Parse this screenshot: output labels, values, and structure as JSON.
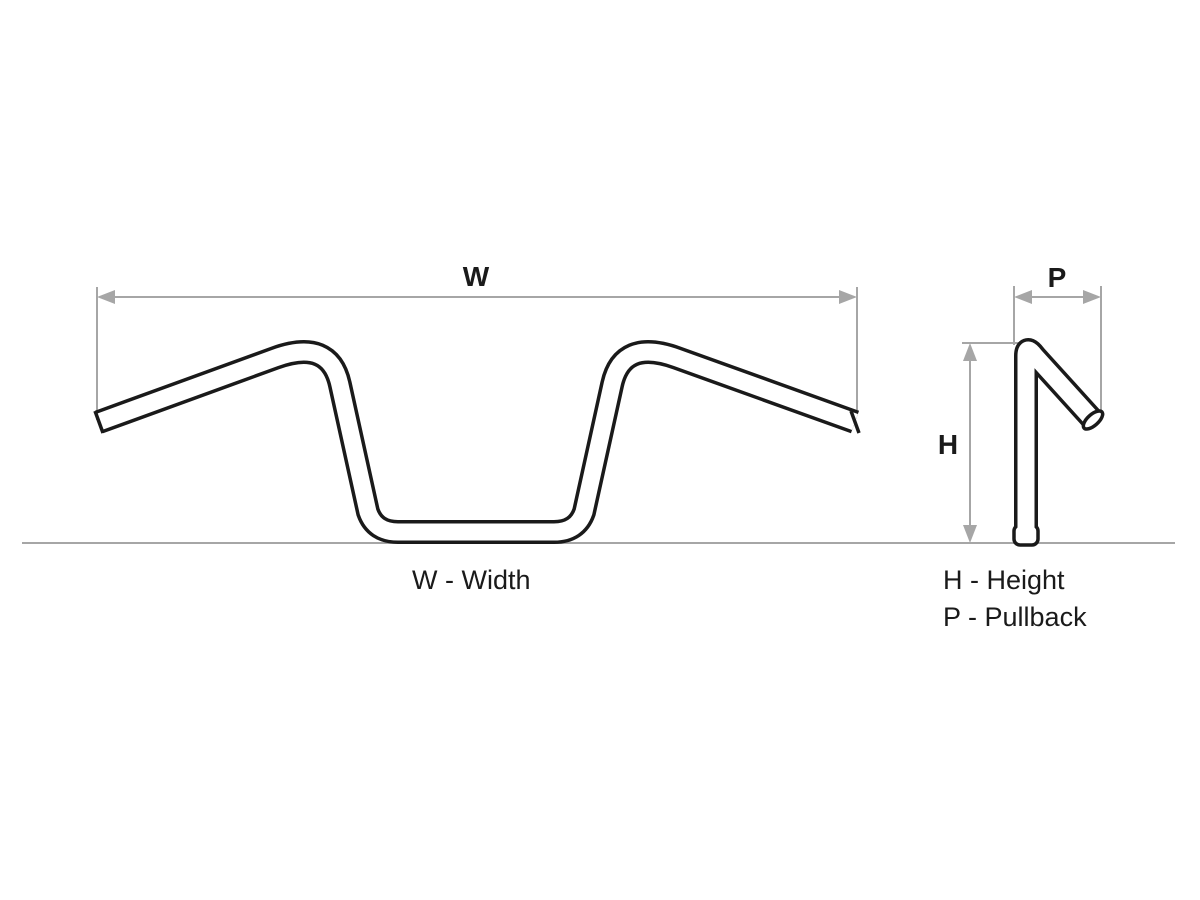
{
  "diagram": {
    "labels": {
      "width_symbol": "W",
      "height_symbol": "H",
      "pullback_symbol": "P"
    },
    "legend": {
      "width": "W - Width",
      "height": "H - Height",
      "pullback": "P - Pullback"
    },
    "colors": {
      "outline": "#1a1a1a",
      "dimension": "#a6a6a6",
      "background": "#ffffff"
    },
    "icons": {
      "front_view": "handlebar-front-icon",
      "side_view": "handlebar-side-icon"
    }
  }
}
